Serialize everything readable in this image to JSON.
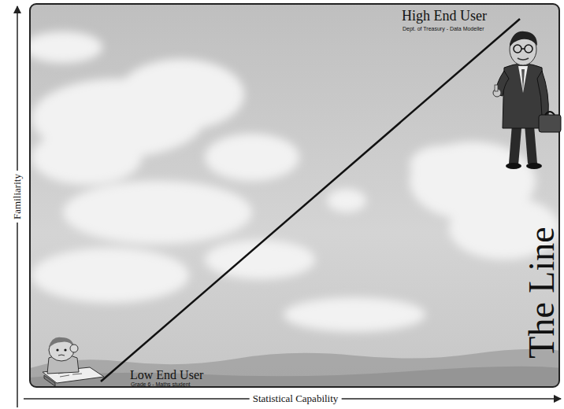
{
  "diagram": {
    "labels": [
      "High End User",
      "Dept. of Treasury - Data Modeller",
      "Low End User",
      "Grade 6 - Maths student",
      "The Line",
      "Familiarity",
      "Statistical Capability"
    ]
  }
}
